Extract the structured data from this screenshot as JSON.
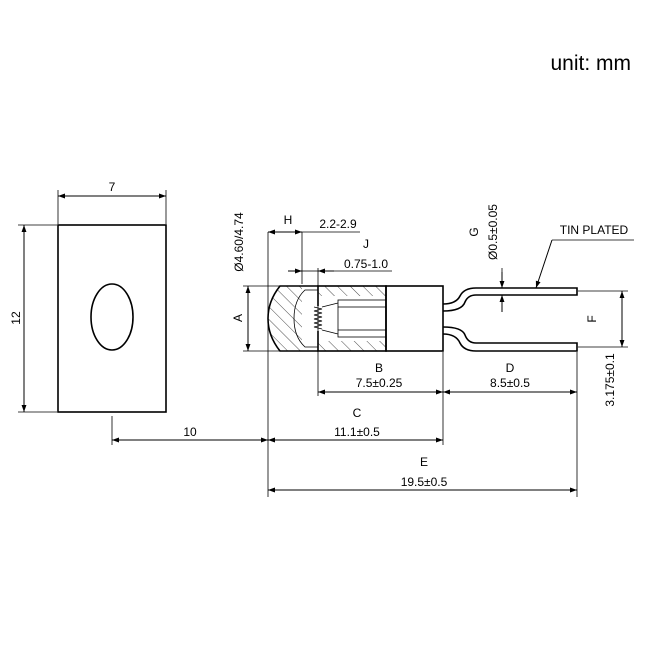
{
  "unit_note": "unit: mm",
  "front_view": {
    "width_label": "7",
    "height_label": "12"
  },
  "dims": {
    "H": "H",
    "H_value": "2.2-2.9",
    "J": "J",
    "J_value": "0.75-1.0",
    "A": "A",
    "A_value": "Ø4.60/4.74",
    "G": "G",
    "G_value": "Ø0.5±0.05",
    "B": "B",
    "B_value": "7.5±0.25",
    "C": "C",
    "C_value": "11.1±0.5",
    "D": "D",
    "D_value": "8.5±0.5",
    "E": "E",
    "E_value": "19.5±0.5",
    "F": "F",
    "F_value": "3.175±0.1",
    "offset_value": "10"
  },
  "tin_plated": "TIN PLATED"
}
